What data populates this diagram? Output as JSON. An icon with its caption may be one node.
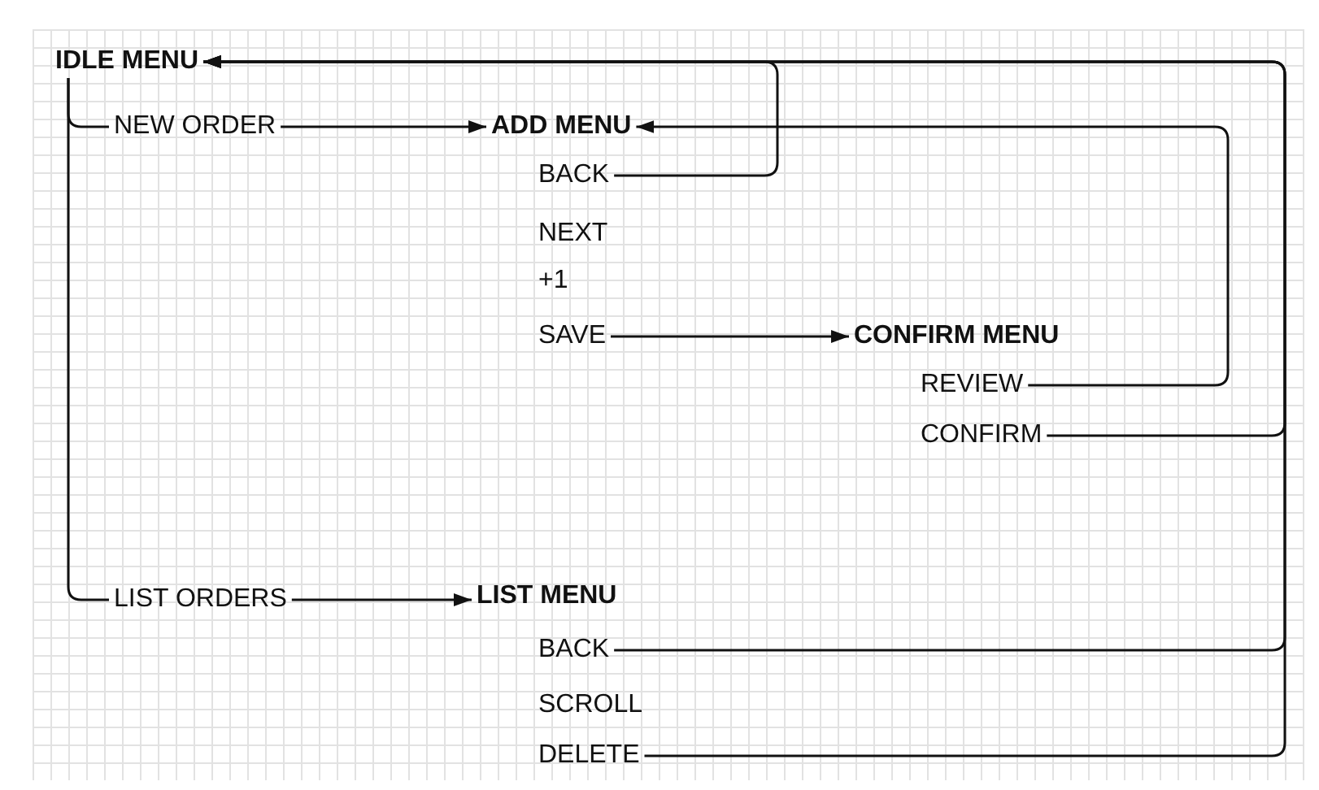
{
  "diagram": {
    "nodes": [
      {
        "text": [
          "IDLE MENU"
        ]
      },
      {
        "text": [
          "NEW ORDER"
        ]
      },
      {
        "text": [
          "ADD MENU"
        ]
      },
      {
        "text": [
          "BACK"
        ]
      },
      {
        "text": [
          "NEXT"
        ]
      },
      {
        "text": [
          "+1"
        ]
      },
      {
        "text": [
          "SAVE"
        ]
      },
      {
        "text": [
          "CONFIRM MENU"
        ]
      },
      {
        "text": [
          "REVIEW"
        ]
      },
      {
        "text": [
          "CONFIRM"
        ]
      },
      {
        "text": [
          "LIST ORDERS"
        ]
      },
      {
        "text": [
          "LIST MENU"
        ]
      },
      {
        "text": [
          "BACK"
        ]
      },
      {
        "text": [
          "SCROLL"
        ]
      },
      {
        "text": [
          "DELETE"
        ]
      }
    ],
    "edges": [
      {
        "from": 0,
        "to": 1,
        "arrow": "none"
      },
      {
        "from": 0,
        "to": 10,
        "arrow": "none"
      },
      {
        "from": 1,
        "to": 2,
        "arrow": "to"
      },
      {
        "from": 6,
        "to": 7,
        "arrow": "to"
      },
      {
        "from": 10,
        "to": 11,
        "arrow": "to"
      },
      {
        "from": 3,
        "to": 0,
        "arrow": "to"
      },
      {
        "from": 8,
        "to": 2,
        "arrow": "to"
      },
      {
        "from": 9,
        "to": 0,
        "arrow": "to"
      },
      {
        "from": 12,
        "to": 0,
        "arrow": "to"
      },
      {
        "from": 14,
        "to": 0,
        "arrow": "to"
      }
    ]
  }
}
